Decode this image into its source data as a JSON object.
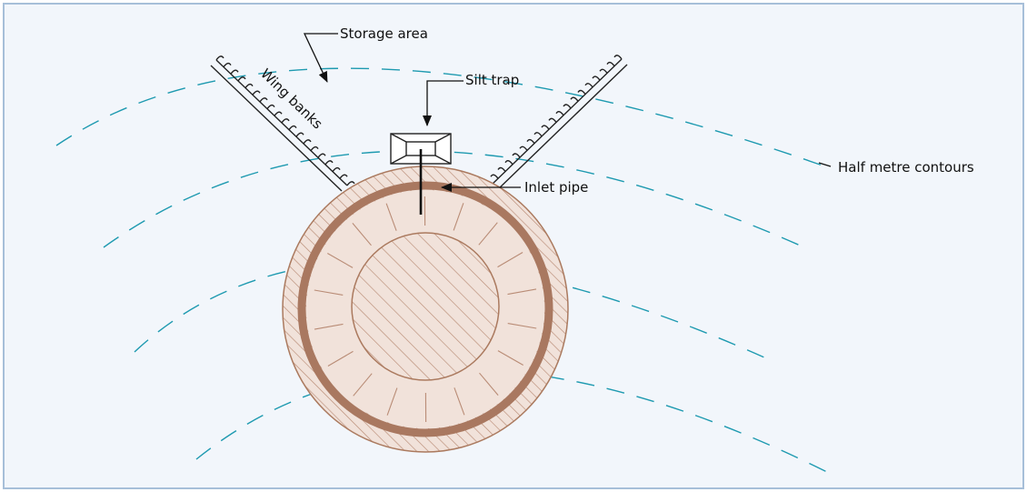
{
  "diagram": {
    "labels": {
      "storage_area": "Storage area",
      "wing_banks": "Wing banks",
      "silt_trap": "Silt trap",
      "inlet_pipe": "Inlet pipe",
      "contours": "Half metre contours"
    },
    "colors": {
      "panel_background": "#f2f6fb",
      "panel_border": "#a7bfd9",
      "contour_line": "#1e9ab0",
      "tank_fill": "#f1e2da",
      "tank_outline": "#ab7a5f",
      "tank_wall": "#a97860",
      "hatch": "#b98c76",
      "bank_line": "#222222",
      "leader_line": "#111111"
    }
  }
}
